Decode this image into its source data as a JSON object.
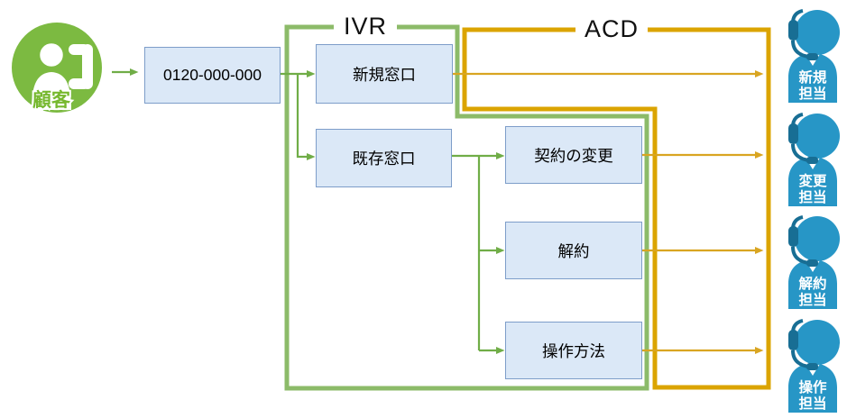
{
  "diagram": {
    "customer": {
      "label": "顧客"
    },
    "phone_number": {
      "label": "0120-000-000"
    },
    "regions": {
      "ivr": {
        "label": "IVR"
      },
      "acd": {
        "label": "ACD"
      }
    },
    "ivr_menus": {
      "new_menu": {
        "label": "新規窓口"
      },
      "existing_menu": {
        "label": "既存窓口"
      }
    },
    "submenus": {
      "contract_change": {
        "label": "契約の変更"
      },
      "cancellation": {
        "label": "解約"
      },
      "operation_help": {
        "label": "操作方法"
      }
    },
    "agents": [
      {
        "label": "新規担当",
        "line1": "新規",
        "line2": "担当"
      },
      {
        "label": "変更担当",
        "line1": "変更",
        "line2": "担当"
      },
      {
        "label": "解約担当",
        "line1": "解約",
        "line2": "担当"
      },
      {
        "label": "操作担当",
        "line1": "操作",
        "line2": "担当"
      }
    ],
    "colors": {
      "region-green": "#8CBB69",
      "region-orange": "#DBA400",
      "connector-green": "#70AD47",
      "connector-orange": "#D9A521",
      "node-fill": "#DBE8F7",
      "node-border": "#7D9DC9",
      "customer-green": "#7CBA41",
      "customer-text-green": "#76B82E",
      "agent-blue": "#2796C6",
      "agent-dark-blue": "#186E94"
    }
  }
}
